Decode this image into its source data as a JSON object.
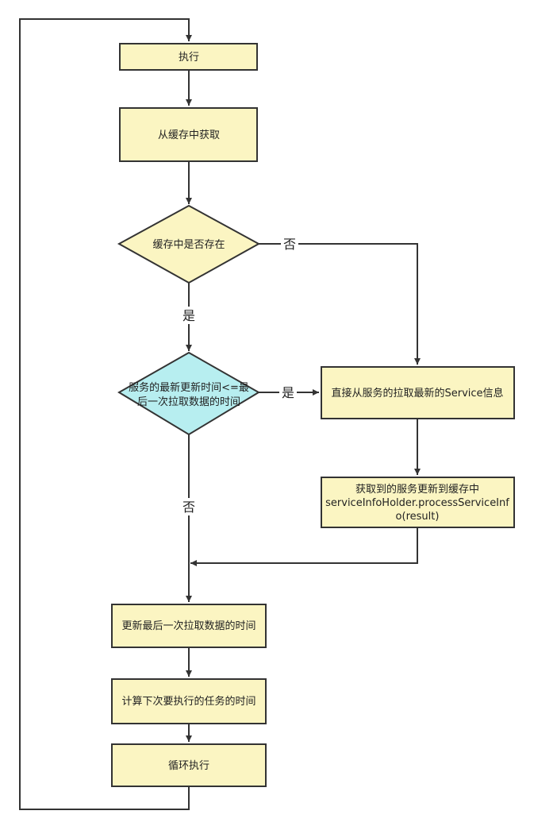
{
  "colors": {
    "process_fill": "#fbf5c2",
    "decision_fill": "#fbf5c2",
    "highlight_decision_fill": "#b7eef0",
    "stroke": "#333333",
    "label_bg": "#ffffff"
  },
  "nodes": {
    "execute": "执行",
    "get_from_cache": "从缓存中获取",
    "cache_exists": "缓存中是否存在",
    "time_check": {
      "line1": "服务的最新更新时间<=最",
      "line2": "后一次拉取数据的时间"
    },
    "fetch_latest": "直接从服务的拉取最新的Service信息",
    "update_cache": {
      "line1": "获取到的服务更新到缓存中",
      "line2": "serviceInfoHolder.processServiceInf",
      "line3": "o(result)"
    },
    "update_time": "更新最后一次拉取数据的时间",
    "calc_next": "计算下次要执行的任务的时间",
    "loop": "循环执行"
  },
  "edges": {
    "cache_no": "否",
    "cache_yes": "是",
    "time_yes": "是",
    "time_no": "否"
  }
}
